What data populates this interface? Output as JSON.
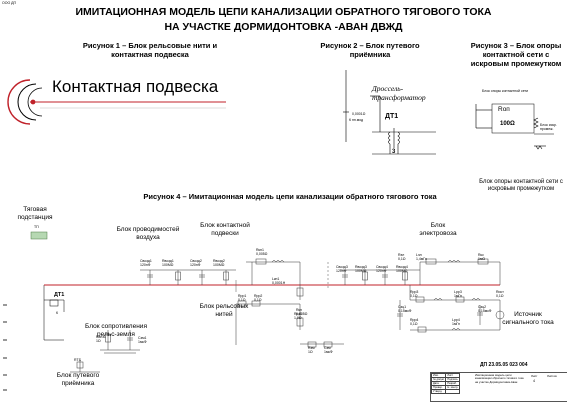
{
  "header": {
    "corner_tag": "ООО ДП",
    "title_line1": "ИМИТАЦИОННАЯ МОДЕЛЬ ЦЕПИ КАНАЛИЗАЦИИ ОБРАТНОГО ТЯГОВОГО ТОКА",
    "title_line2": "НА УЧАСТКЕ  ДОРМИДОНТОВКА -АВАН ДВЖД"
  },
  "figures": {
    "fig1_caption": "Рисунок 1 – Блок рельсовые нити и контактная подвеска",
    "fig1_label": "Контактная подвеска",
    "fig2_caption": "Рисунок 2 – Блок путевого приёмника",
    "fig2_choke_label": "Дроссель-трансформатор",
    "fig2_transformer": "ДТ1",
    "fig2_port": "3",
    "fig2_left_top": "0,0001Ω",
    "fig2_left_bottom": "К пп.мод",
    "fig3_caption": "Рисунок 3 – Блок опоры контактной сети с искровым промежутком",
    "fig3_top_label": "Блок опоры контактной сети",
    "fig3_resistor_name": "Rоп",
    "fig3_resistor_value": "100Ω",
    "fig3_right_label": "Блок искр. промеж.",
    "fig3_bottom_caption": "Блок опоры контактной сети с искровым промежутком",
    "fig4_caption": "Рисунок 4 – Имитационная модель цепи канализации обратного тягового тока"
  },
  "fig4": {
    "substation_label": "Тяговая подстанция",
    "substation_tag": "ТП",
    "air_gap_label": "Блок проводимостей воздуха",
    "contact_block_label": "Блок контактной подвески",
    "rail_block_label": "Блок рельсовых нитей",
    "ground_res_label": "Блок сопротивления рельс-земля",
    "receiver_label": "Блок путевого приёмника",
    "loco_label": "Блок электровоза",
    "signal_label": "Источник сигнального тока",
    "dt_label": "ДТ1",
    "dt_tag": "К",
    "rts_label": "RТS",
    "components": [
      {
        "name": "Свозд1",
        "value": "120пФ"
      },
      {
        "name": "Rвозд1",
        "value": "100МΩ"
      },
      {
        "name": "Свозд2",
        "value": "120пФ"
      },
      {
        "name": "Rвозд2",
        "value": "100МΩ"
      },
      {
        "name": "Rкп1",
        "value": "0,005Ω"
      },
      {
        "name": "Lкп1",
        "value": "0,0001Н"
      },
      {
        "name": "Rкп",
        "value": "0,005Ω"
      },
      {
        "name": "Rрр1",
        "value": "0,1Ω"
      },
      {
        "name": "Rрр2",
        "value": "0,1Ω"
      },
      {
        "name": "Rрз1",
        "value": "1,0Ω"
      },
      {
        "name": "Rвнз1",
        "value": "1Ω"
      },
      {
        "name": "Сзм1",
        "value": "1мкФ"
      },
      {
        "name": "Свозд3",
        "value": "120пФ"
      },
      {
        "name": "Rвозд3",
        "value": "100МΩ"
      },
      {
        "name": "Свозд4",
        "value": "120пФ"
      },
      {
        "name": "Rвозд4",
        "value": "100МΩ"
      },
      {
        "name": "Rэл",
        "value": "0,1Ω"
      },
      {
        "name": "Lэл",
        "value": "1,4мГн"
      },
      {
        "name": "Rкс",
        "value": "1мΩ"
      },
      {
        "name": "Rрр3",
        "value": "0,1Ω"
      },
      {
        "name": "Lрр3",
        "value": "1мГн"
      },
      {
        "name": "Сзц1",
        "value": "0,15мкФ"
      },
      {
        "name": "Rрр4",
        "value": "0,1Ω"
      },
      {
        "name": "Lрр4",
        "value": "1мГн"
      },
      {
        "name": "Сзц2",
        "value": "0,15мкФ"
      },
      {
        "name": "Rист",
        "value": "0,1Ω"
      },
      {
        "name": "Rзм",
        "value": "1Ω"
      },
      {
        "name": "Сзм",
        "value": "1мкФ"
      }
    ]
  },
  "stamp": {
    "doc_code": "ДП 23.05.05 023 004",
    "title_text": "Имитационная модель цепи канализации обратного тягового тока на участке Дормидонтовка-Аван",
    "sheet_label": "Лист",
    "sheets_label": "Листов",
    "sheet_value": "4",
    "rows": [
      "Изм.",
      "Лист",
      "№ докум.",
      "Подпись",
      "Дата",
      "Разраб.",
      "Провер.",
      "Н. контр.",
      "Утверд."
    ]
  }
}
